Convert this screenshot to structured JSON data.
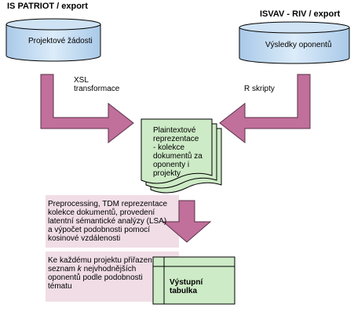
{
  "sources": {
    "left_heading": "IS PATRIOT / export",
    "left_db": "Projektové žádosti",
    "right_heading": "ISVAV - RIV / export",
    "right_db": "Výsledky oponentů"
  },
  "arrows": {
    "left_label_1": "XSL",
    "left_label_2": "transformace",
    "right_label": "R skripty"
  },
  "documents": {
    "line1": "Plaintextové",
    "line2": "reprezentace",
    "line3": "- kolekce",
    "line4": "dokumentů za",
    "line5": "oponenty i",
    "line6": "projekty"
  },
  "processing": {
    "line1": "Preprocessing, TDM reprezentace",
    "line2": "kolekce dokumentů, provedení",
    "line3": "latentní sémantické analýzy (LSA)",
    "line4": "a výpočet podobnosti pomocí",
    "line5": "kosinové vzdálenosti"
  },
  "result": {
    "line1": "Ke každému projektu přiřazen",
    "line2_pre": "seznam ",
    "line2_k": "k",
    "line2_post": " nejvhodnějších",
    "line3": "oponentů podle podobnosti",
    "line4": "tématu"
  },
  "output_table": {
    "line1": "Výstupní",
    "line2": "tabulka"
  },
  "colors": {
    "cylinder_fill": "#cfe3f5",
    "arrow_fill": "#c0709a",
    "doc_fill": "#cdebc6",
    "pink_box": "#f0dde6"
  }
}
